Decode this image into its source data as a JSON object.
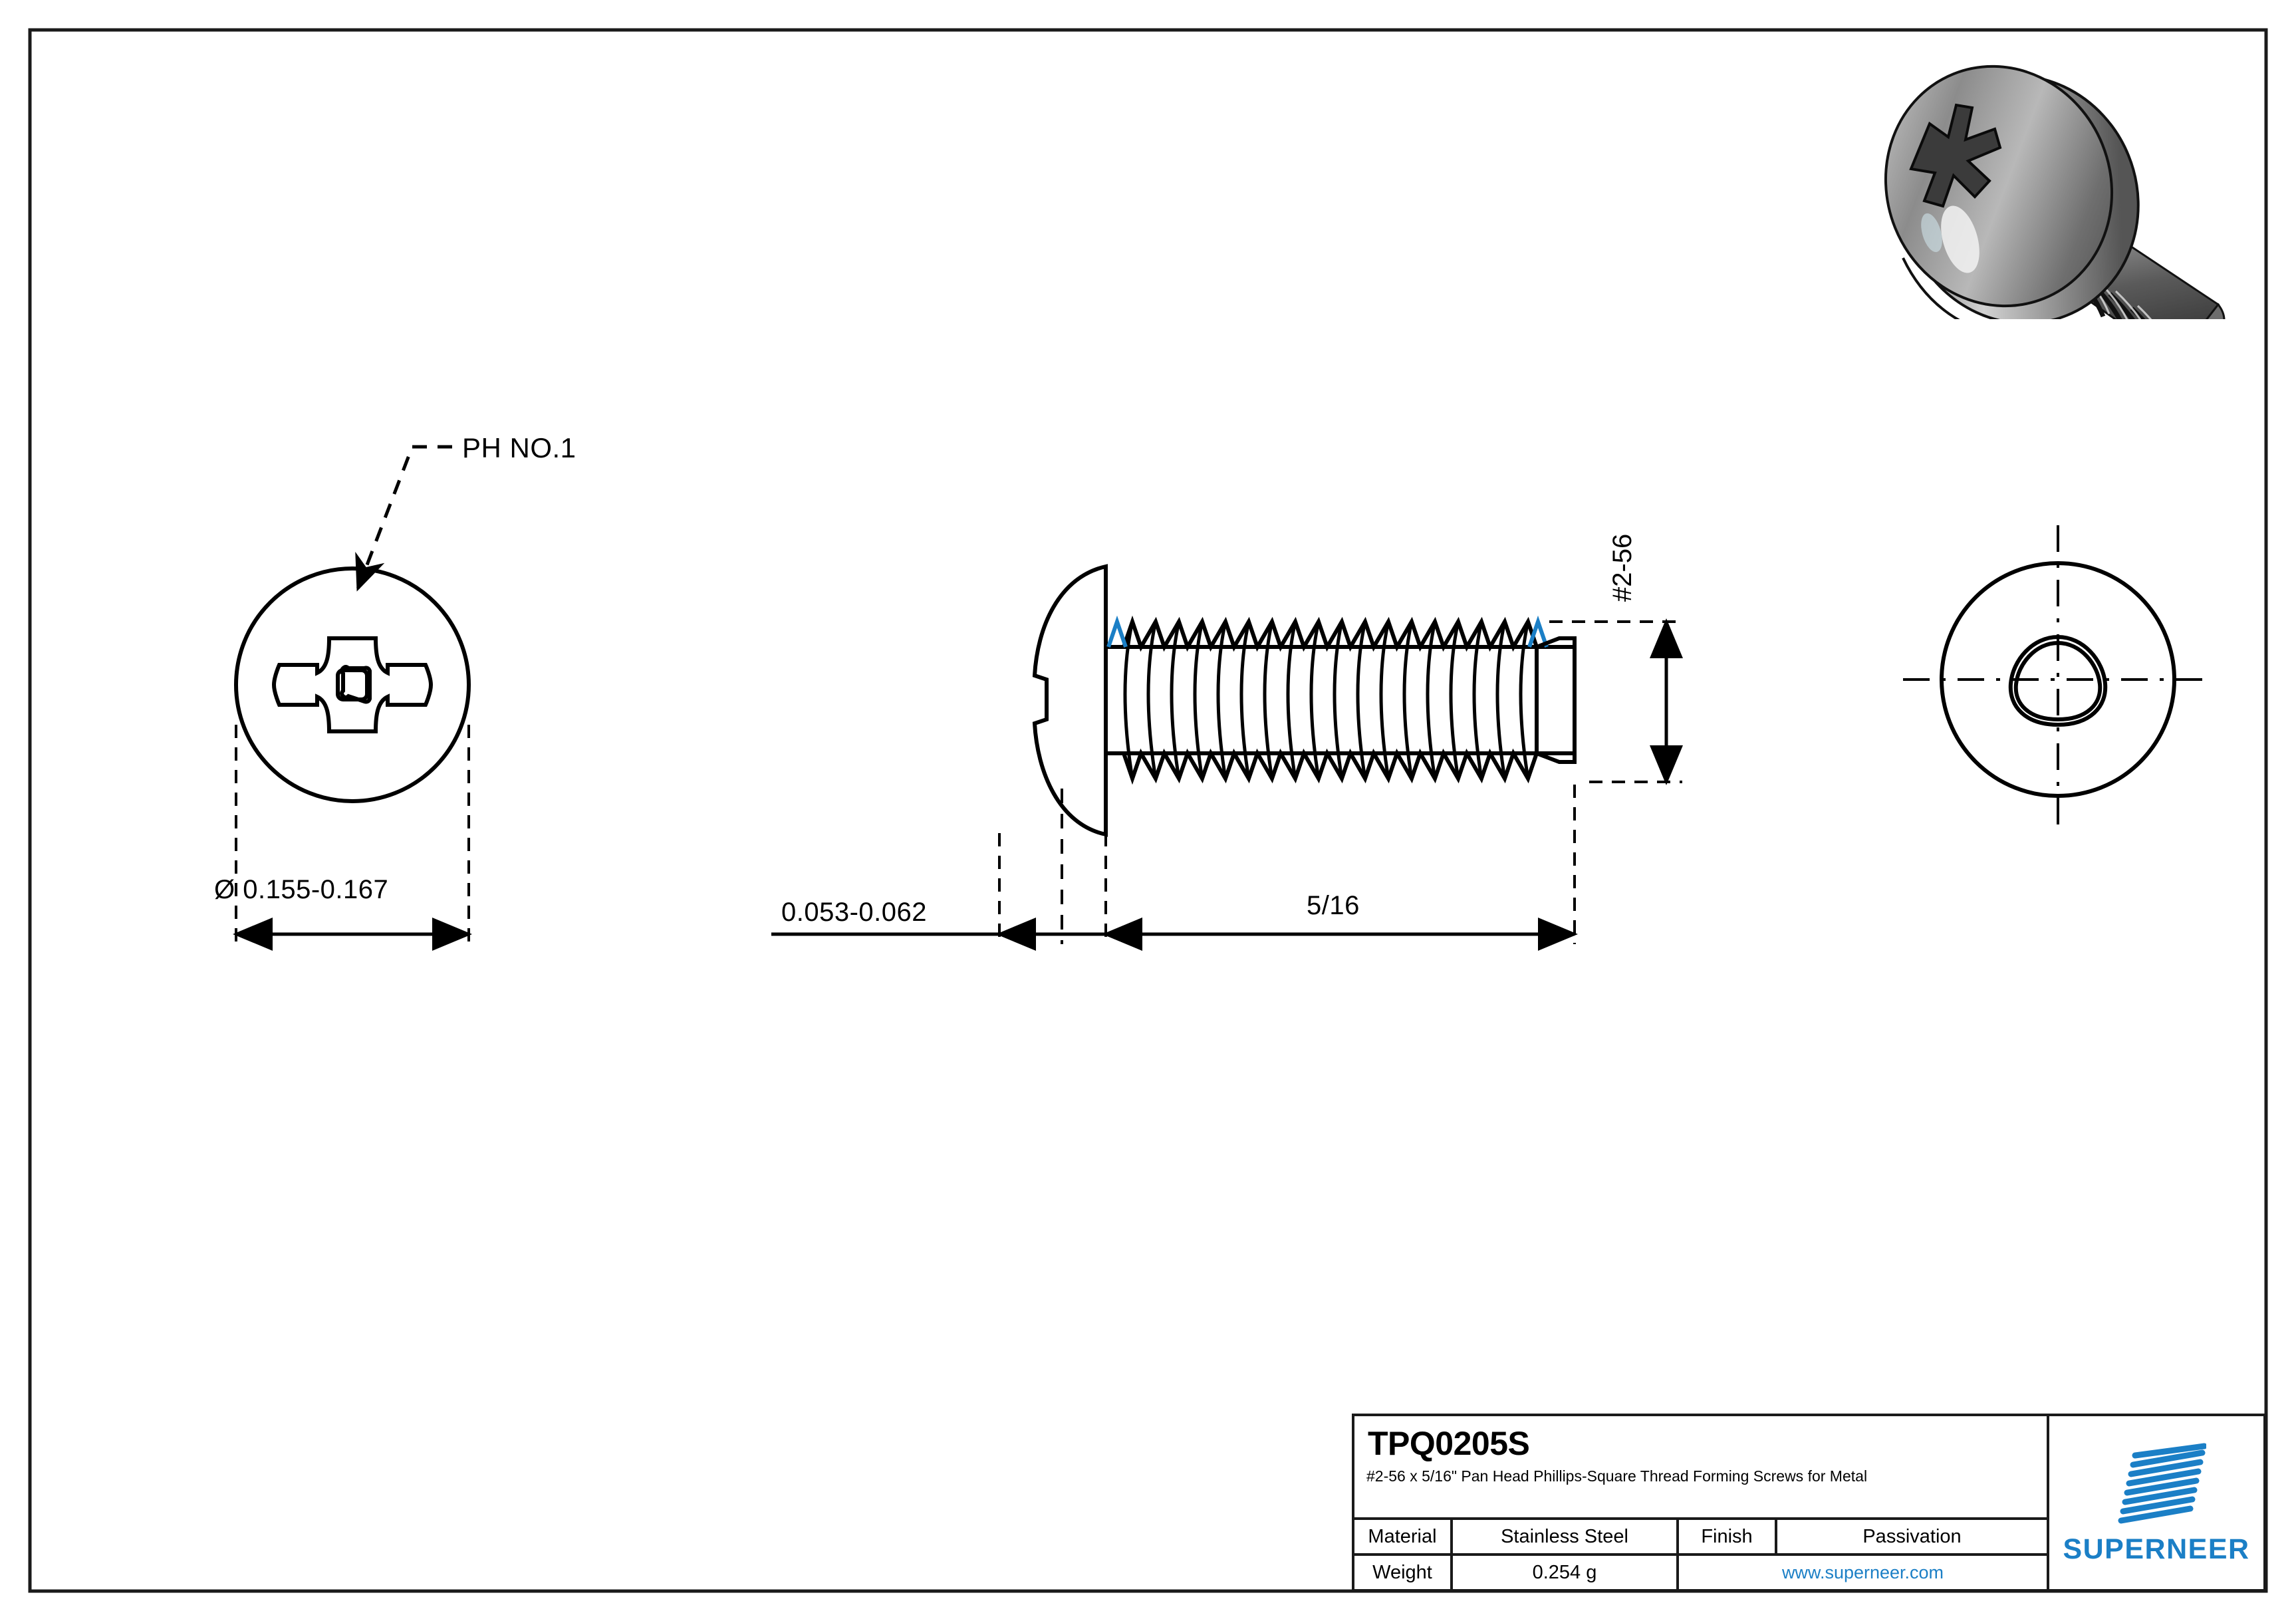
{
  "sheet": {
    "background": "#ffffff",
    "border_color": "#1a1a1a"
  },
  "drawing": {
    "views": {
      "head_view": {
        "name": "head-end-view",
        "recess_label": "PH NO.1",
        "diameter_dim": "Ø  0.155-0.167"
      },
      "side_view": {
        "name": "side-elevation-view",
        "head_height_dim": "0.053-0.062",
        "length_dim": "5/16",
        "thread_callout": "#2-56"
      },
      "point_view": {
        "name": "point-end-view",
        "lobe_profile": "trilobular"
      }
    },
    "accent_color": "#1b7fc6",
    "line_color": "#000000"
  },
  "render": {
    "alt": "3d-screw-render",
    "body_color": "#9a9a9a",
    "highlight_color": "#e8e8e8",
    "shadow_color": "#3a3a3a"
  },
  "title_block": {
    "part_number": "TPQ0205S",
    "description": "#2-56 x 5/16\" Pan Head Phillips-Square Thread Forming Screws for Metal",
    "rows": [
      {
        "label": "Material",
        "value": "Stainless Steel",
        "label2": "Finish",
        "value2": "Passivation"
      },
      {
        "label": "Weight",
        "value": "0.254 g",
        "website": "www.superneer.com"
      }
    ],
    "material_label": "Material",
    "material_value": "Stainless Steel",
    "finish_label": "Finish",
    "finish_value": "Passivation",
    "weight_label": "Weight",
    "weight_value": "0.254 g",
    "website": "www.superneer.com",
    "brand": "SUPERNEER",
    "brand_color": "#1b7fc6",
    "link_color": "#1b7fc6"
  }
}
